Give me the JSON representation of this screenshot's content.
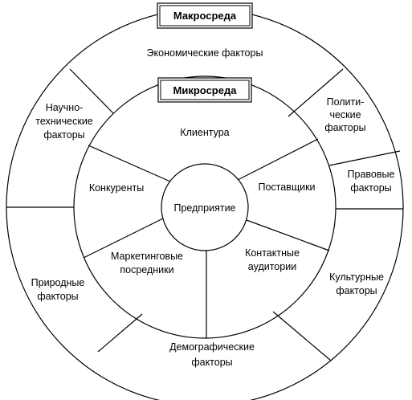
{
  "macro_title": "Макросреда",
  "micro_title": "Микросреда",
  "center": "Предприятие",
  "macro": {
    "economic": "Экономические факторы",
    "political": [
      "Полити-",
      "ческие",
      "факторы"
    ],
    "legal": [
      "Правовые",
      "факторы"
    ],
    "cultural": [
      "Культурные",
      "факторы"
    ],
    "demographic": [
      "Демографические",
      "факторы"
    ],
    "natural": [
      "Природные",
      "факторы"
    ],
    "scitech": [
      "Научно-",
      "технические",
      "факторы"
    ]
  },
  "micro": {
    "clients": "Клиентура",
    "suppliers": "Поставщики",
    "audiences": [
      "Контактные",
      "аудитории"
    ],
    "intermediaries": [
      "Маркетинговые",
      "посредники"
    ],
    "competitors": "Конкуренты"
  }
}
